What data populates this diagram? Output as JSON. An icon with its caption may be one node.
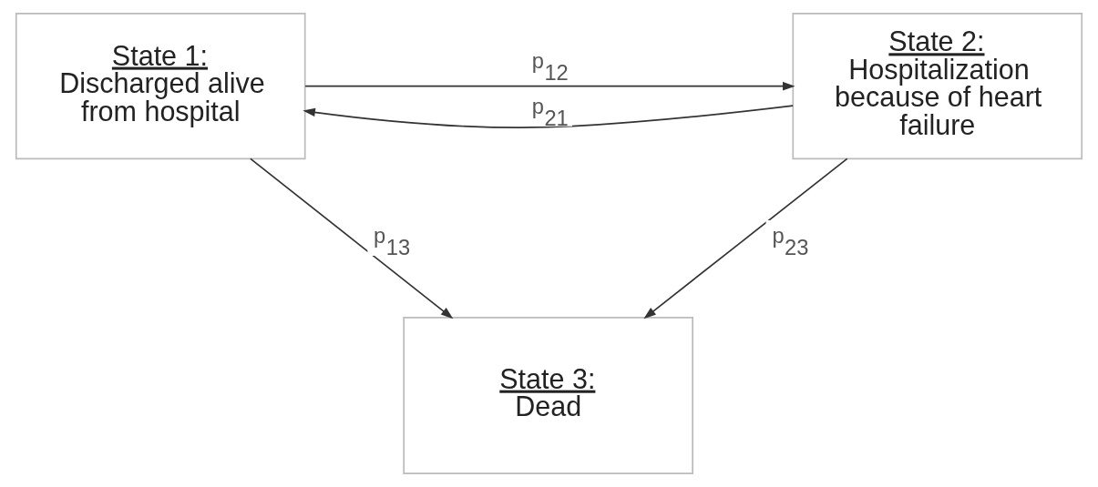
{
  "diagram": {
    "nodes": [
      {
        "text": [
          "State 1:",
          "Discharged alive from hospital"
        ]
      },
      {
        "text": [
          "State 2:",
          "Hospitalization because of heart failure"
        ]
      },
      {
        "text": [
          "State 3:",
          "Dead"
        ]
      }
    ],
    "edges": [
      {
        "from": 0,
        "to": 1,
        "arrow": "to",
        "label": "p$_{12}$"
      },
      {
        "from": 1,
        "to": 0,
        "arrow": "to",
        "label": "p$_{21}$"
      },
      {
        "from": 0,
        "to": 2,
        "arrow": "to",
        "label": "p$_{13}$"
      },
      {
        "from": 1,
        "to": 2,
        "arrow": "to",
        "label": "p$_{23}$"
      }
    ]
  }
}
